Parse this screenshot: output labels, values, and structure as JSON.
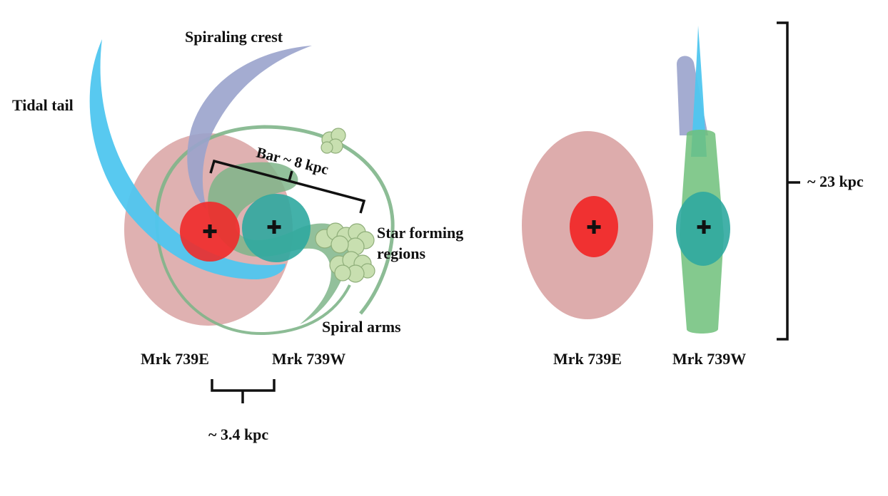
{
  "labels": {
    "tidal_tail": "Tidal tail",
    "spiraling_crest": "Spiraling crest",
    "bar": "Bar ~ 8 kpc",
    "star_forming_line1": "Star forming",
    "star_forming_line2": "regions",
    "spiral_arms": "Spiral arms",
    "left_east": "Mrk 739E",
    "left_west": "Mrk 739W",
    "separation": "~ 3.4 kpc",
    "right_east": "Mrk 739E",
    "right_west": "Mrk 739W",
    "height_scale": "~ 23 kpc"
  },
  "nucleus_marker": "✚",
  "colors": {
    "galaxy_e_disk": "#d9a3a3",
    "galaxy_e_core": "#f02a2a",
    "galaxy_w_core": "#2fa8a0",
    "spiral_arms": "#7fb58a",
    "tidal_tail": "#4fc6ef",
    "spiraling_crest": "#9aa3cc",
    "star_forming": "#c8dfb0",
    "scale_bars": "#111111"
  }
}
